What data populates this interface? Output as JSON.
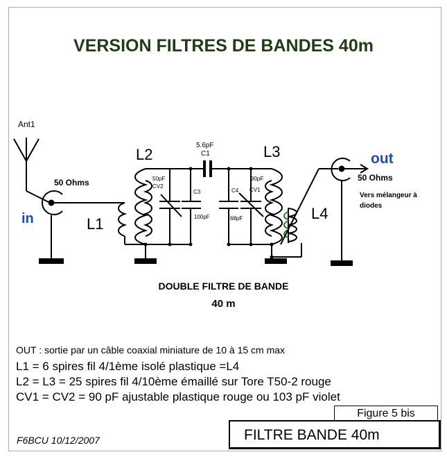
{
  "title": "VERSION FILTRES DE BANDES  40m",
  "schematic": {
    "ant_label": "Ant1",
    "in_label": "in",
    "in_ohms": "50 Ohms",
    "out_label": "out",
    "out_ohms": "50 Ohms",
    "out_desc_line1": "Vers mélangeur à",
    "out_desc_line2": "diodes",
    "l1": "L1",
    "l2": "L2",
    "l3": "L3",
    "l4": "L4",
    "c1_value": "5.6pF",
    "c1_name": "C1",
    "cv2_value": "50pF",
    "cv2_name": "CV2",
    "c3_name": "C3",
    "c3_value": "100pF",
    "c4_name": "C4",
    "c4_value": "68pF",
    "cv1_value": "90pF",
    "cv1_name": "CV1",
    "caption_line1": "DOUBLE FILTRE DE BANDE",
    "caption_line2": "40 m"
  },
  "notes": {
    "out": "OUT : sortie par un câble coaxial miniature  de 10 à 15 cm max",
    "l1": "L1 =  6 spires  fil 4/1ème  isolé plastique  =L4",
    "l2l3": "L2 = L3 = 25 spires fil 4/10ème émaillé   sur Tore T50-2 rouge",
    "cv": "CV1 = CV2 =  90 pF  ajustable plastique rouge ou  103 pF violet"
  },
  "footer": {
    "figure": "Figure 5 bis",
    "author": "F6BCU   10/12/2007",
    "box_title": "FILTRE BANDE 40m"
  },
  "colors": {
    "title": "#1f3d14",
    "accent_blue": "#1f4e9e",
    "wire": "#000000"
  }
}
